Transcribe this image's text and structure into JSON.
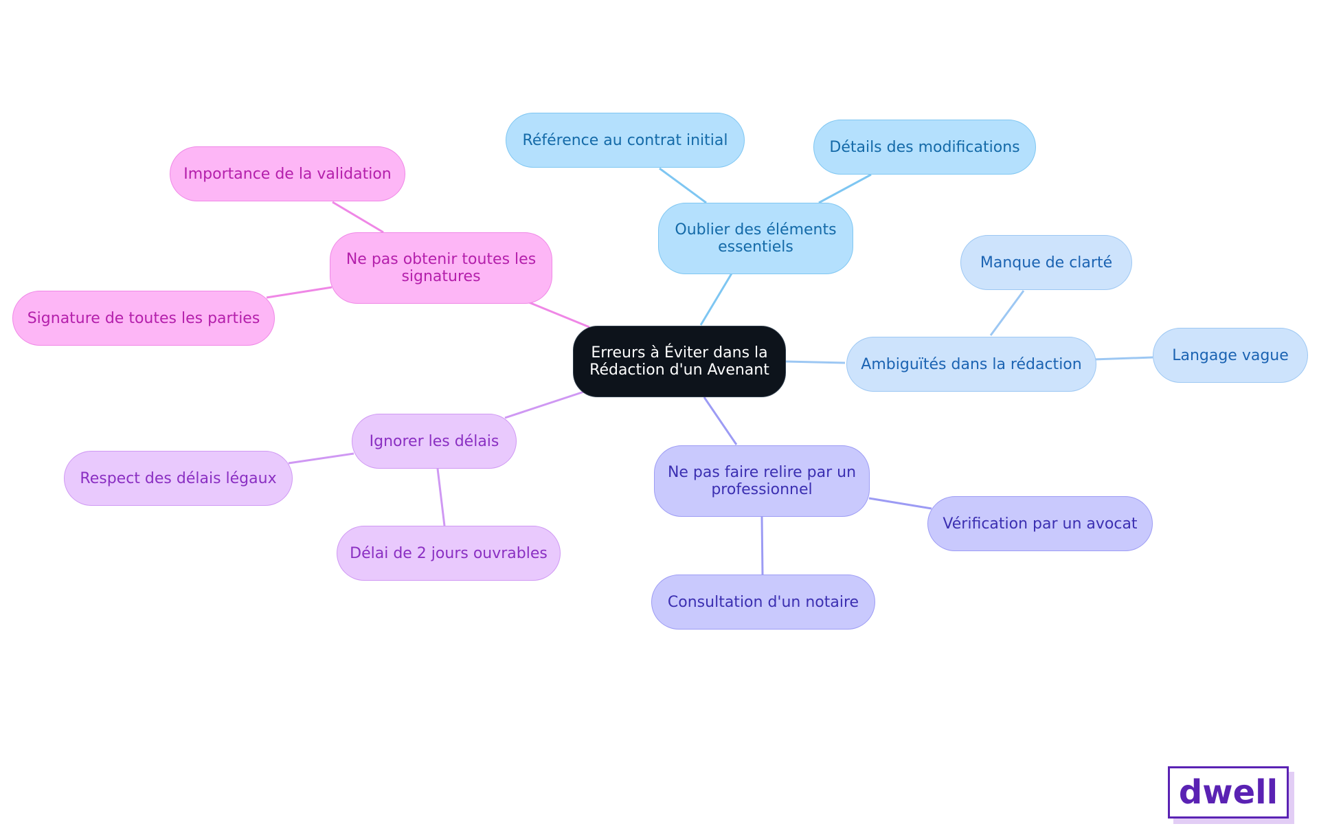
{
  "mindmap": {
    "central": "Erreurs à Éviter dans la Rédaction d'un Avenant",
    "branches": {
      "elements": {
        "label": "Oublier des éléments essentiels",
        "children": [
          "Référence au contrat initial",
          "Détails des modifications"
        ]
      },
      "ambiguites": {
        "label": "Ambiguïtés dans la rédaction",
        "children": [
          "Manque de clarté",
          "Langage vague"
        ]
      },
      "relire": {
        "label": "Ne pas faire relire par un professionnel",
        "children": [
          "Vérification par un avocat",
          "Consultation d'un notaire"
        ]
      },
      "delais": {
        "label": "Ignorer les délais",
        "children": [
          "Respect des délais légaux",
          "Délai de 2 jours ouvrables"
        ]
      },
      "signatures": {
        "label": "Ne pas obtenir toutes les signatures",
        "children": [
          "Importance de la validation",
          "Signature de toutes les parties"
        ]
      }
    }
  },
  "logo": {
    "text": "dwell",
    "color": "#5a22b3"
  },
  "colors": {
    "central": "#0d131b",
    "blue": "#b4e0fd",
    "light_blue": "#cde3fc",
    "indigo": "#c9c9fd",
    "violet": "#e9c9fd",
    "pink": "#fdb6f6"
  }
}
